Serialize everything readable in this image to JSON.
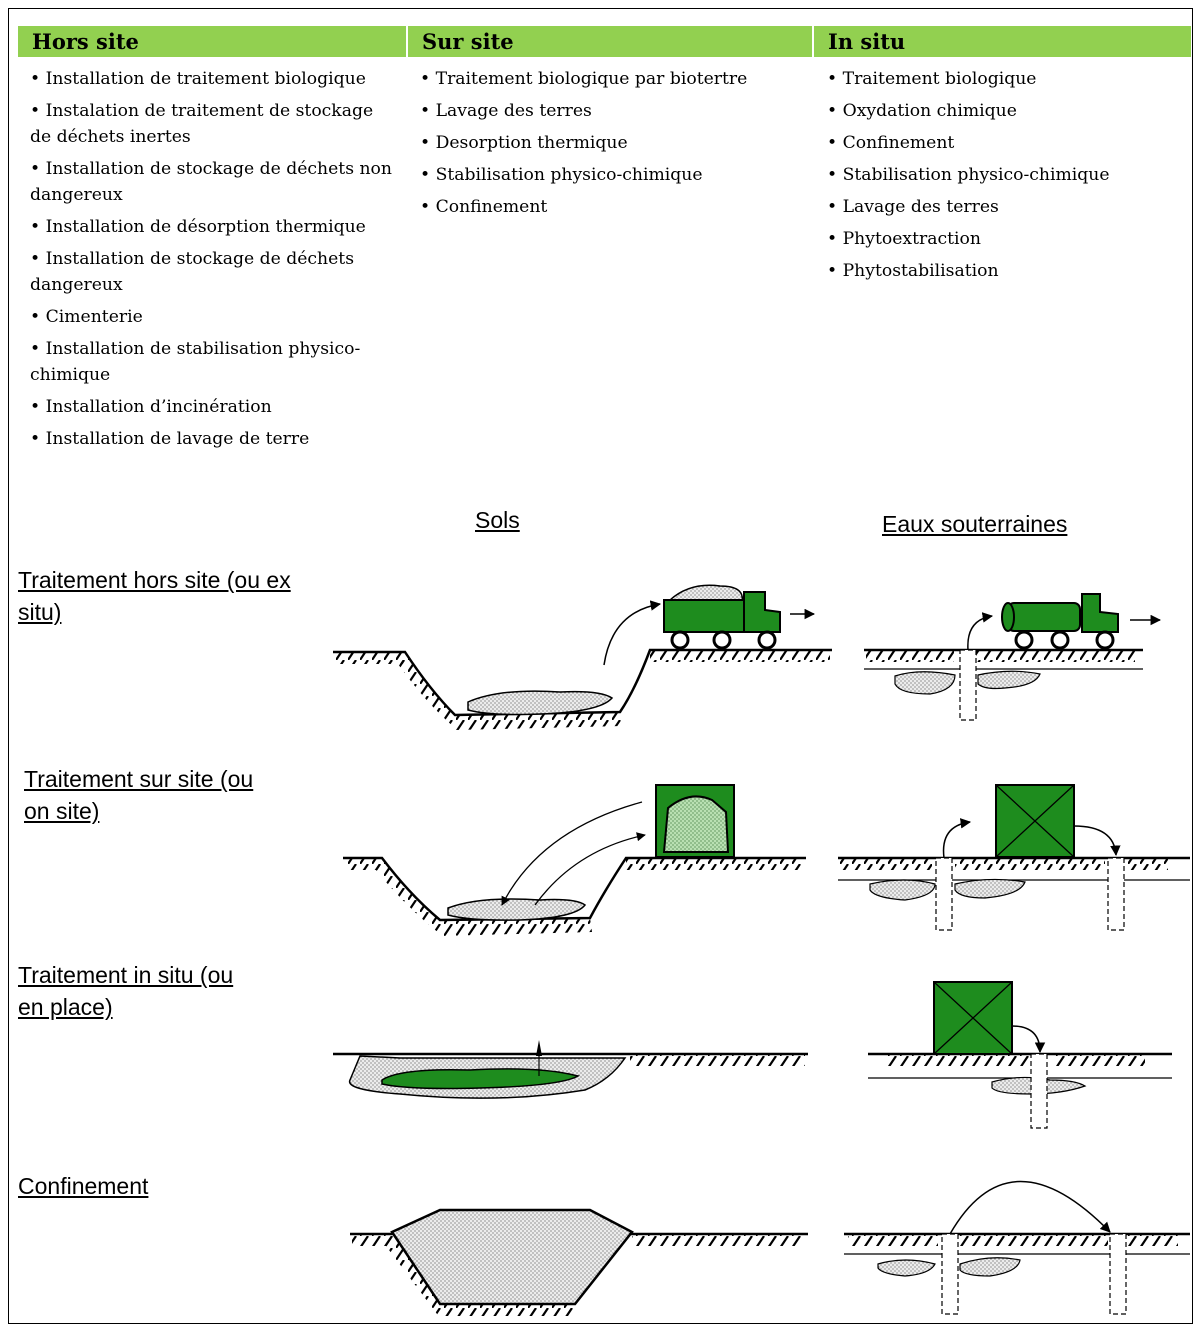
{
  "table": {
    "headers": [
      "Hors site",
      "Sur site",
      "In situ"
    ],
    "columns": [
      {
        "items": [
          "Installation de traitement biologique",
          "Instalation de traitement de stockage de déchets inertes",
          "Installation de stockage de déchets non dangereux",
          "Installation de désorption thermique",
          "Installation de stockage de déchets dangereux",
          "Cimenterie",
          "Installation de stabilisation physico-chimique",
          "Installation d’incinération",
          "Installation de lavage de terre"
        ]
      },
      {
        "items": [
          "Traitement biologique par biotertre",
          "Lavage des terres",
          "Desorption thermique",
          "Stabilisation physico-chimique",
          "Confinement"
        ]
      },
      {
        "items": [
          "Traitement biologique",
          "Oxydation chimique",
          "Confinement",
          "Stabilisation physico-chimique",
          "Lavage des terres",
          "Phytoextraction",
          "Phytostabilisation"
        ]
      }
    ]
  },
  "diagram": {
    "col_sols": "Sols",
    "col_eaux": "Eaux souterraines",
    "rows": [
      "Traitement hors site (ou ex situ)",
      "Traitement sur site (ou on site)",
      "Traitement in situ (ou en place)",
      "Confinement"
    ],
    "colors": {
      "header_bg": "#92d050",
      "equipment_green": "#1e8c1e",
      "light_green": "#a8d8a0",
      "contamination": "#e8e8e8"
    }
  }
}
